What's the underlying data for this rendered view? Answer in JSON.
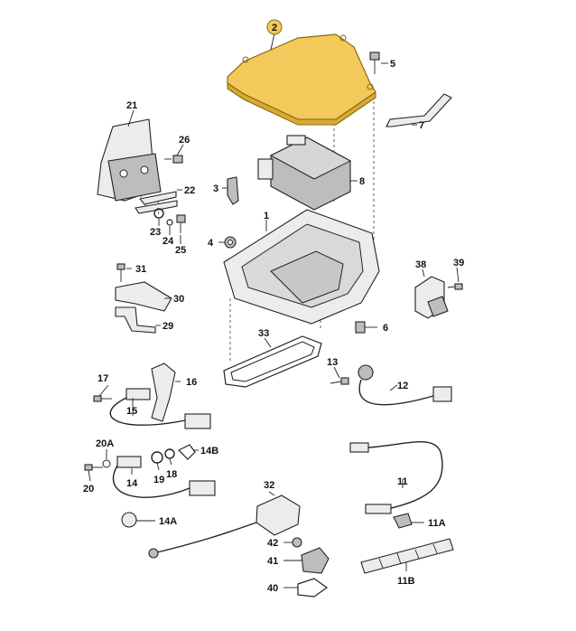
{
  "diagram": {
    "labels": [
      {
        "id": "p2",
        "text": "2",
        "highlight": true
      },
      {
        "id": "p5",
        "text": "5"
      },
      {
        "id": "p7",
        "text": "7"
      },
      {
        "id": "p21",
        "text": "21"
      },
      {
        "id": "p26",
        "text": "26"
      },
      {
        "id": "p22",
        "text": "22"
      },
      {
        "id": "p3",
        "text": "3"
      },
      {
        "id": "p8",
        "text": "8"
      },
      {
        "id": "p1",
        "text": "1"
      },
      {
        "id": "p23",
        "text": "23"
      },
      {
        "id": "p24",
        "text": "24"
      },
      {
        "id": "p25",
        "text": "25"
      },
      {
        "id": "p4",
        "text": "4"
      },
      {
        "id": "p31",
        "text": "31"
      },
      {
        "id": "p30",
        "text": "30"
      },
      {
        "id": "p29",
        "text": "29"
      },
      {
        "id": "p38",
        "text": "38"
      },
      {
        "id": "p39",
        "text": "39"
      },
      {
        "id": "p6",
        "text": "6"
      },
      {
        "id": "p33",
        "text": "33"
      },
      {
        "id": "p13",
        "text": "13"
      },
      {
        "id": "p12",
        "text": "12"
      },
      {
        "id": "p17",
        "text": "17"
      },
      {
        "id": "p16",
        "text": "16"
      },
      {
        "id": "p15",
        "text": "15"
      },
      {
        "id": "p20A",
        "text": "20A"
      },
      {
        "id": "p14B",
        "text": "14B"
      },
      {
        "id": "p18",
        "text": "18"
      },
      {
        "id": "p19",
        "text": "19"
      },
      {
        "id": "p14",
        "text": "14"
      },
      {
        "id": "p20",
        "text": "20"
      },
      {
        "id": "p11",
        "text": "11"
      },
      {
        "id": "p11A",
        "text": "11A"
      },
      {
        "id": "p32",
        "text": "32"
      },
      {
        "id": "p14A",
        "text": "14A"
      },
      {
        "id": "p42",
        "text": "42"
      },
      {
        "id": "p41",
        "text": "41"
      },
      {
        "id": "p40",
        "text": "40"
      },
      {
        "id": "p11B",
        "text": "11B"
      }
    ],
    "colors": {
      "highlight_fill": "#f2c95a",
      "highlight_stroke": "#8a6a10",
      "badge_fill": "#f2c95a",
      "line": "#222222",
      "part_fill": "#ececec"
    }
  }
}
